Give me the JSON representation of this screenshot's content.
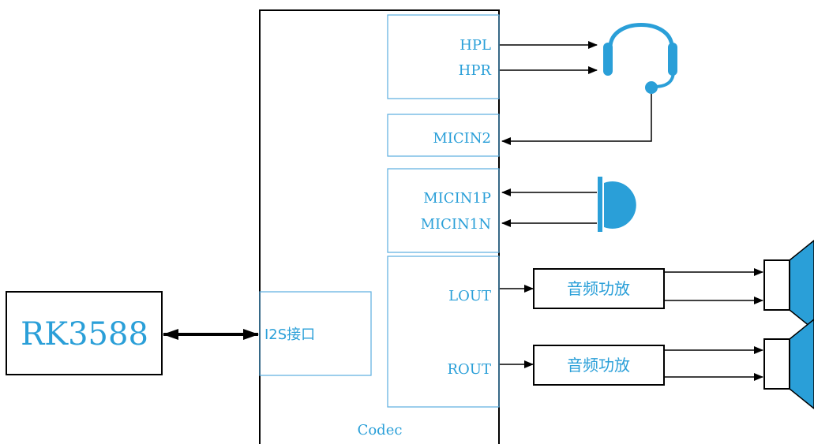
{
  "diagram": {
    "soc_label": "RK3588",
    "codec_label": "Codec",
    "i2s_label": "I2S接口",
    "pins": {
      "hpl": "HPL",
      "hpr": "HPR",
      "micin2": "MICIN2",
      "micin1p": "MICIN1P",
      "micin1n": "MICIN1N",
      "lout": "LOUT",
      "rout": "ROUT"
    },
    "amp_top_label": "音频功放",
    "amp_bottom_label": "音频功放",
    "icons": [
      "headset-icon",
      "microphone-icon",
      "speaker-icon"
    ],
    "colors": {
      "accent": "#2a9fd8",
      "line": "#000000",
      "box_border": "#5aaee0"
    }
  }
}
